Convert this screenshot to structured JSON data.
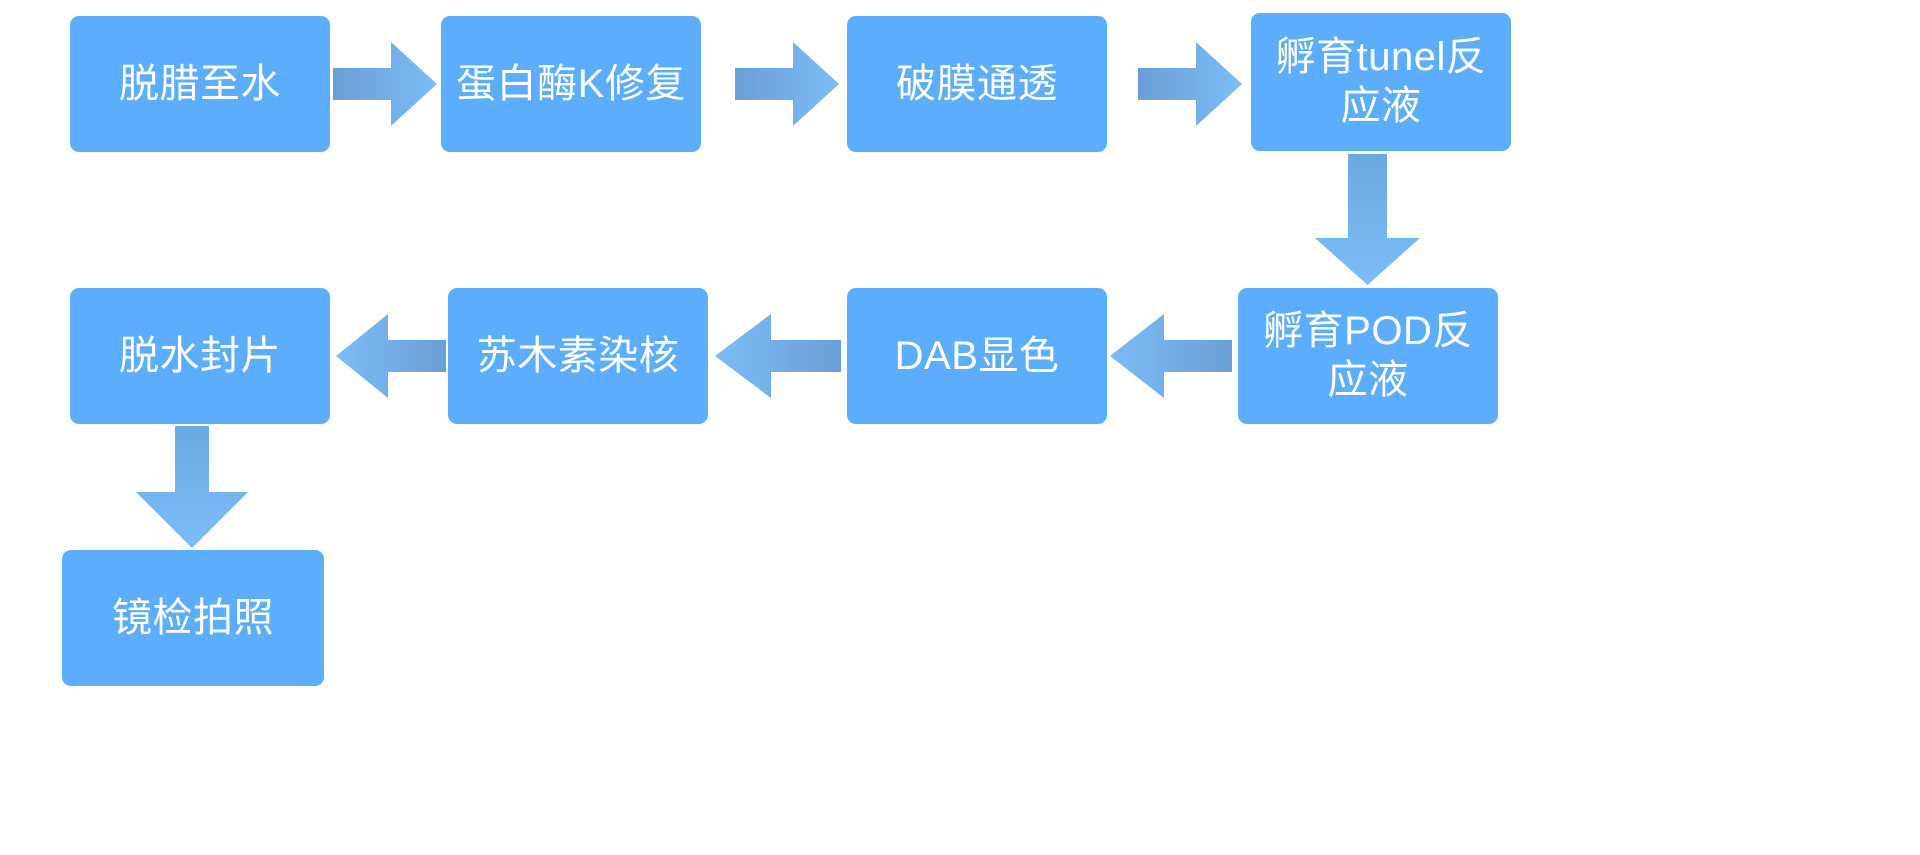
{
  "diagram": {
    "title": "TUNEL staining experimental workflow flowchart",
    "background_color": "#FFFFFF",
    "node_color": "#5CADFC",
    "node_text_color": "#FFFFFF",
    "arrow_color_start": "#6A9FD6",
    "arrow_color_end": "#7CBCF7",
    "nodes": [
      {
        "id": "n1",
        "label": "脱腊至水"
      },
      {
        "id": "n2",
        "label": "蛋白酶K修复"
      },
      {
        "id": "n3",
        "label": "破膜通透"
      },
      {
        "id": "n4",
        "label": "孵育tunel反应液"
      },
      {
        "id": "n5",
        "label": "孵育POD反应液"
      },
      {
        "id": "n6",
        "label": "DAB显色"
      },
      {
        "id": "n7",
        "label": "苏木素染核"
      },
      {
        "id": "n8",
        "label": "脱水封片"
      },
      {
        "id": "n9",
        "label": "镜检拍照"
      }
    ],
    "edges": [
      {
        "from": "n1",
        "to": "n2",
        "direction": "right"
      },
      {
        "from": "n2",
        "to": "n3",
        "direction": "right"
      },
      {
        "from": "n3",
        "to": "n4",
        "direction": "right"
      },
      {
        "from": "n4",
        "to": "n5",
        "direction": "down"
      },
      {
        "from": "n5",
        "to": "n6",
        "direction": "left"
      },
      {
        "from": "n6",
        "to": "n7",
        "direction": "left"
      },
      {
        "from": "n7",
        "to": "n8",
        "direction": "left"
      },
      {
        "from": "n8",
        "to": "n9",
        "direction": "down"
      }
    ]
  }
}
